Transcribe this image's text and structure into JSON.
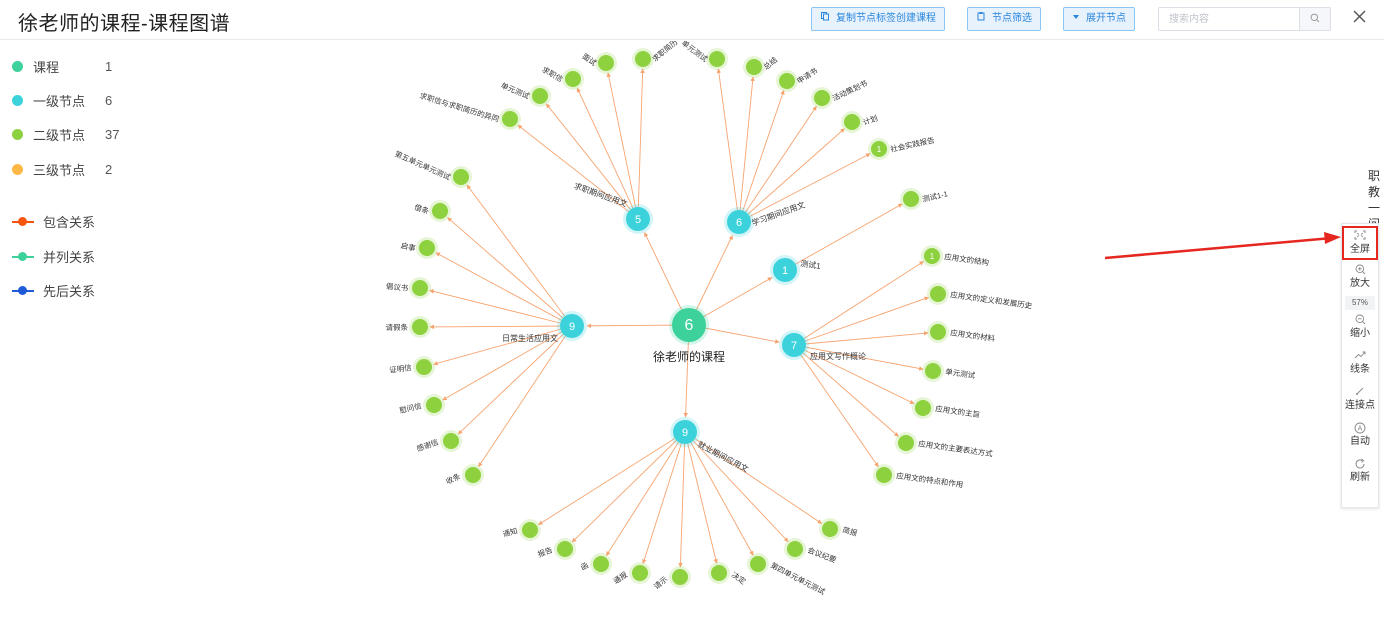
{
  "header": {
    "title": "徐老师的课程-课程图谱",
    "copy_tags_label": "复制节点标签创建课程",
    "filter_label": "节点筛选",
    "expand_label": "展开节点",
    "search_placeholder": "搜索内容"
  },
  "legend": {
    "node_types": [
      {
        "label": "课程",
        "count": "1",
        "color": "#3dd19b"
      },
      {
        "label": "一级节点",
        "count": "6",
        "color": "#3cd2dc"
      },
      {
        "label": "二级节点",
        "count": "37",
        "color": "#8ed13f"
      },
      {
        "label": "三级节点",
        "count": "2",
        "color": "#ffb846"
      }
    ],
    "relations": [
      {
        "label": "包含关系",
        "color": "#f5550e"
      },
      {
        "label": "并列关系",
        "color": "#3dd19b"
      },
      {
        "label": "先后关系",
        "color": "#1f5bd8"
      }
    ]
  },
  "graph": {
    "root": {
      "label": "徐老师的课程",
      "badge": "6",
      "color": "#3dd19b"
    },
    "link_color": "#f7a36f",
    "level1_color": "#3cd2dc",
    "level2_color": "#8ed13f",
    "level1": [
      {
        "label": "求职期间应用文",
        "badge": "5",
        "children": [
          {
            "label": "求职信与求职简历的异同",
            "badge": ""
          },
          {
            "label": "单元测试",
            "badge": ""
          },
          {
            "label": "求职信",
            "badge": ""
          },
          {
            "label": "面试",
            "badge": ""
          },
          {
            "label": "求职简历",
            "badge": ""
          }
        ]
      },
      {
        "label": "学习期间应用文",
        "badge": "6",
        "children": [
          {
            "label": "单元测试",
            "badge": ""
          },
          {
            "label": "总结",
            "badge": ""
          },
          {
            "label": "申请书",
            "badge": ""
          },
          {
            "label": "活动策划书",
            "badge": ""
          },
          {
            "label": "计划",
            "badge": ""
          },
          {
            "label": "社会实践报告",
            "badge": "1"
          }
        ]
      },
      {
        "label": "测试1",
        "badge": "1",
        "children": [
          {
            "label": "测试1-1",
            "badge": ""
          }
        ]
      },
      {
        "label": "应用文写作概论",
        "badge": "7",
        "children": [
          {
            "label": "应用文的结构",
            "badge": "1"
          },
          {
            "label": "应用文的定义和发展历史",
            "badge": ""
          },
          {
            "label": "应用文的材料",
            "badge": ""
          },
          {
            "label": "单元测试",
            "badge": ""
          },
          {
            "label": "应用文的主旨",
            "badge": ""
          },
          {
            "label": "应用文的主要表达方式",
            "badge": ""
          },
          {
            "label": "应用文的特点和作用",
            "badge": ""
          }
        ]
      },
      {
        "label": "就业期间应用文",
        "badge": "9",
        "children": [
          {
            "label": "通知",
            "badge": ""
          },
          {
            "label": "报告",
            "badge": ""
          },
          {
            "label": "函",
            "badge": ""
          },
          {
            "label": "通报",
            "badge": ""
          },
          {
            "label": "请示",
            "badge": ""
          },
          {
            "label": "决定",
            "badge": ""
          },
          {
            "label": "第四单元单元测试",
            "badge": ""
          },
          {
            "label": "会议纪要",
            "badge": ""
          },
          {
            "label": "简报",
            "badge": ""
          }
        ]
      },
      {
        "label": "日常生活应用文",
        "badge": "9",
        "children": [
          {
            "label": "第五单元单元测试",
            "badge": ""
          },
          {
            "label": "借条",
            "badge": ""
          },
          {
            "label": "启事",
            "badge": ""
          },
          {
            "label": "倡议书",
            "badge": ""
          },
          {
            "label": "请假条",
            "badge": ""
          },
          {
            "label": "证明信",
            "badge": ""
          },
          {
            "label": "慰问信",
            "badge": ""
          },
          {
            "label": "感谢信",
            "badge": ""
          },
          {
            "label": "收条",
            "badge": ""
          }
        ]
      }
    ]
  },
  "toolbox": {
    "fullscreen_label": "全屏",
    "zoom_in_label": "放大",
    "zoom_level": "57%",
    "zoom_out_label": "缩小",
    "lines_label": "线条",
    "connect_label": "连接点",
    "auto_label": "自动",
    "refresh_label": "刷新"
  },
  "side_text": "职教一问",
  "annotation_color": "#e5271f"
}
